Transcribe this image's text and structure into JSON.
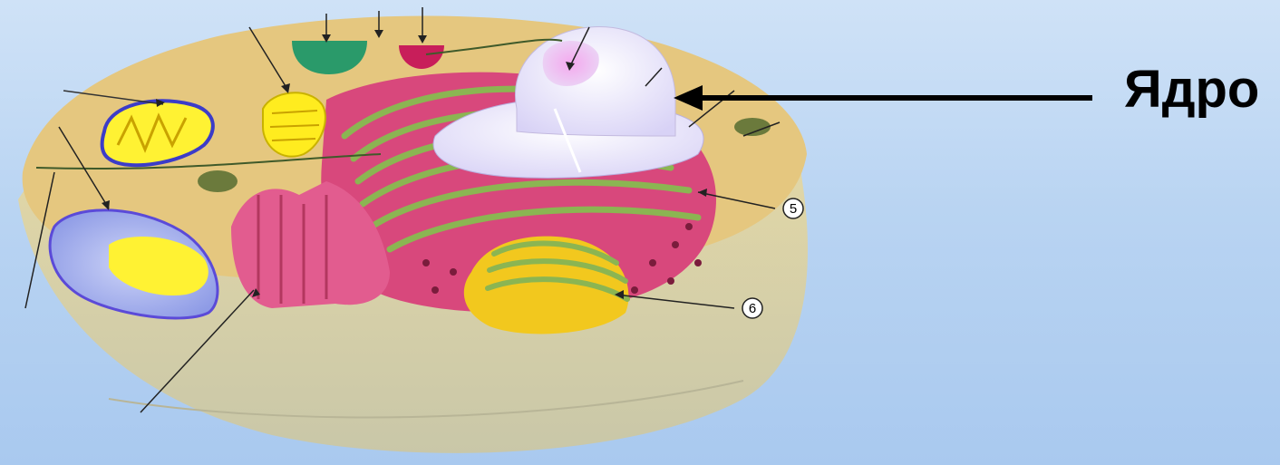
{
  "callout_label": "Ядро",
  "markers": [
    {
      "id": "marker-5",
      "label": "5"
    },
    {
      "id": "marker-6",
      "label": "6"
    }
  ],
  "colors": {
    "background": "#b9d4f2",
    "cytoplasm": "#e5c77f",
    "er": "#d8487c",
    "nucleus": "#e9e4fb",
    "nucleolus": "#f19be8",
    "mitochondria": "#fff233",
    "golgi": "#f2c81e"
  }
}
